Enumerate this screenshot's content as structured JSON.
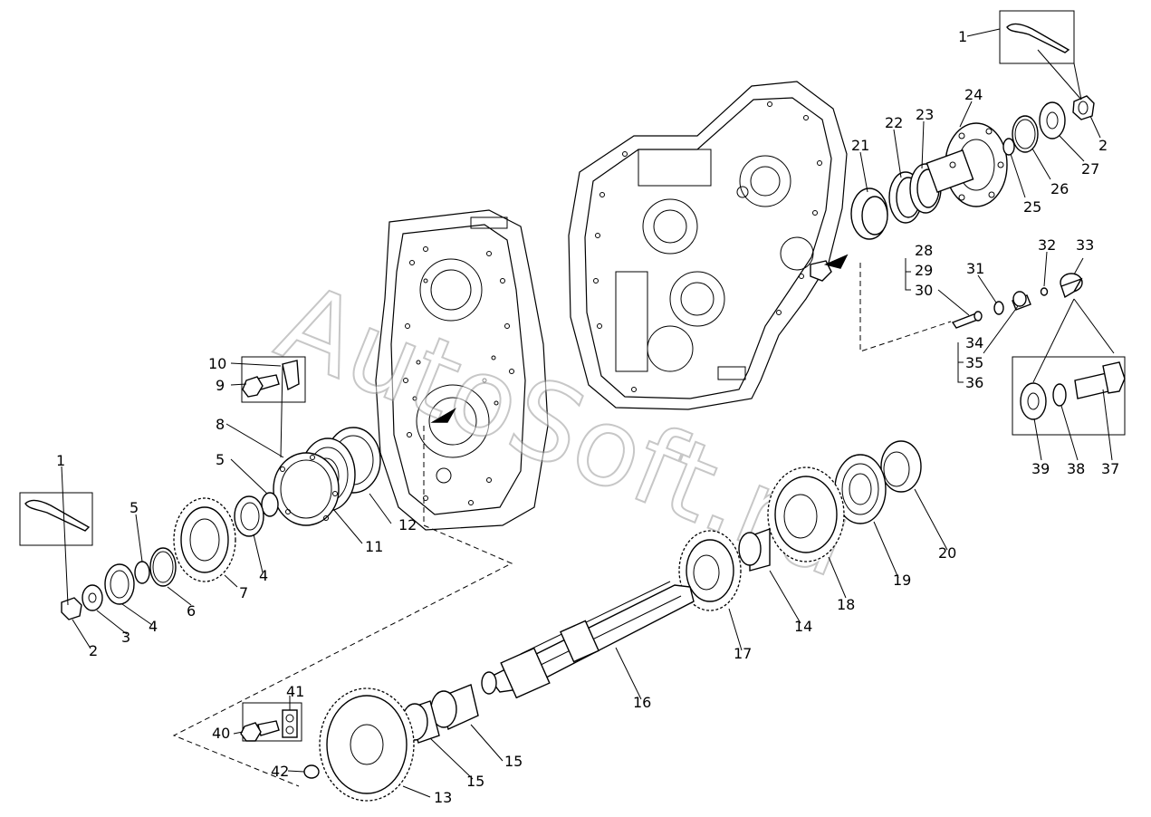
{
  "watermark": "AutoSoft.ru",
  "callouts": [
    {
      "id": "c1a",
      "text": "1"
    },
    {
      "id": "c2a",
      "text": "2"
    },
    {
      "id": "c21",
      "text": "21"
    },
    {
      "id": "c22",
      "text": "22"
    },
    {
      "id": "c23",
      "text": "23"
    },
    {
      "id": "c24",
      "text": "24"
    },
    {
      "id": "c25",
      "text": "25"
    },
    {
      "id": "c26",
      "text": "26"
    },
    {
      "id": "c27",
      "text": "27"
    },
    {
      "id": "c28",
      "text": "28"
    },
    {
      "id": "c29",
      "text": "29"
    },
    {
      "id": "c30",
      "text": "30"
    },
    {
      "id": "c31",
      "text": "31"
    },
    {
      "id": "c32",
      "text": "32"
    },
    {
      "id": "c33",
      "text": "33"
    },
    {
      "id": "c34",
      "text": "34"
    },
    {
      "id": "c35",
      "text": "35"
    },
    {
      "id": "c36",
      "text": "36"
    },
    {
      "id": "c37",
      "text": "37"
    },
    {
      "id": "c38",
      "text": "38"
    },
    {
      "id": "c39",
      "text": "39"
    },
    {
      "id": "c10",
      "text": "10"
    },
    {
      "id": "c9",
      "text": "9"
    },
    {
      "id": "c8",
      "text": "8"
    },
    {
      "id": "c5a",
      "text": "5"
    },
    {
      "id": "c1b",
      "text": "1"
    },
    {
      "id": "c5b",
      "text": "5"
    },
    {
      "id": "c4a",
      "text": "4"
    },
    {
      "id": "c11",
      "text": "11"
    },
    {
      "id": "c12",
      "text": "12"
    },
    {
      "id": "c7",
      "text": "7"
    },
    {
      "id": "c6",
      "text": "6"
    },
    {
      "id": "c4b",
      "text": "4"
    },
    {
      "id": "c3",
      "text": "3"
    },
    {
      "id": "c2b",
      "text": "2"
    },
    {
      "id": "c20",
      "text": "20"
    },
    {
      "id": "c19",
      "text": "19"
    },
    {
      "id": "c18",
      "text": "18"
    },
    {
      "id": "c14",
      "text": "14"
    },
    {
      "id": "c17",
      "text": "17"
    },
    {
      "id": "c16",
      "text": "16"
    },
    {
      "id": "c15a",
      "text": "15"
    },
    {
      "id": "c15b",
      "text": "15"
    },
    {
      "id": "c13",
      "text": "13"
    },
    {
      "id": "c41",
      "text": "41"
    },
    {
      "id": "c40",
      "text": "40"
    },
    {
      "id": "c42",
      "text": "42"
    }
  ]
}
